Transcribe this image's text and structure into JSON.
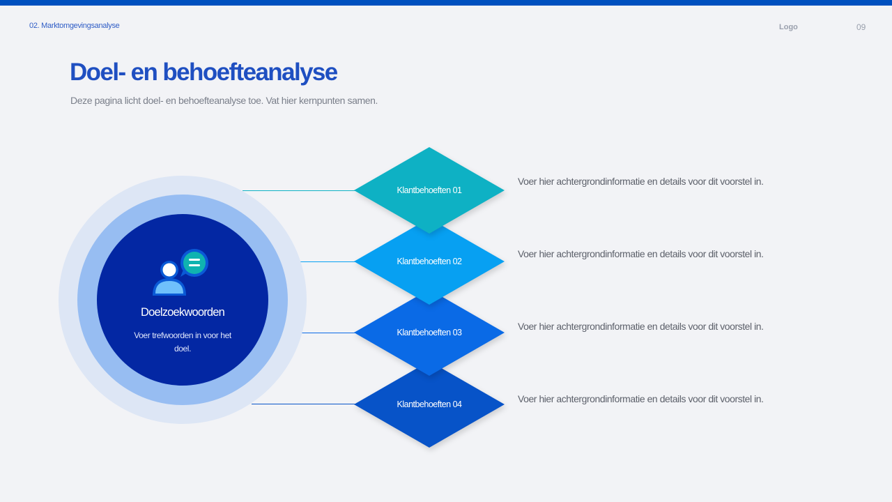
{
  "header": {
    "section": "02. Marktomgevingsanalyse",
    "logo": "Logo",
    "page_number": "09",
    "accent_color": "#0050bf"
  },
  "page": {
    "title": "Doel- en behoefteanalyse",
    "subtitle": "Deze pagina licht doel- en behoefteanalyse toe. Vat hier kernpunten samen."
  },
  "center": {
    "icon": "user-chat-icon",
    "title": "Doelzoekwoorden",
    "description": "Voer trefwoorden in voor het doel.",
    "colors": {
      "outer": "#dde6f5",
      "middle": "#97bdf2",
      "inner": "#0327a3"
    }
  },
  "needs": [
    {
      "label": "Klantbehoeften 01",
      "color": "#0eb1c4",
      "description": "Voer hier achtergrondinformatie en details voor dit voorstel in."
    },
    {
      "label": "Klantbehoeften 02",
      "color": "#07a0f2",
      "description": "Voer hier achtergrondinformatie en details voor dit voorstel in."
    },
    {
      "label": "Klantbehoeften 03",
      "color": "#0a6ae6",
      "description": "Voer hier achtergrondinformatie en details voor dit voorstel in."
    },
    {
      "label": "Klantbehoeften 04",
      "color": "#0753c8",
      "description": "Voer hier achtergrondinformatie en details voor dit voorstel in."
    }
  ]
}
